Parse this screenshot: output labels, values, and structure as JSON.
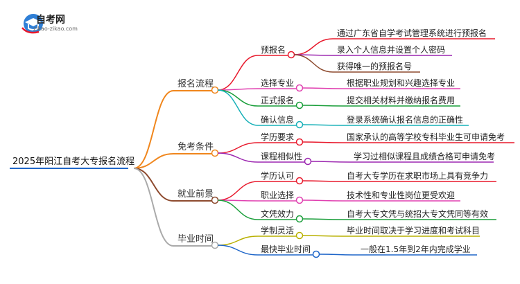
{
  "logo": {
    "title": "自考网",
    "url": "zikao-zikao.com"
  },
  "root": "2025年阳江自考大专报名流程",
  "branches": [
    {
      "label": "报名流程",
      "color": "#f0861c",
      "children": [
        {
          "label": "预报名",
          "color": "#e8192c",
          "children": [
            {
              "label": "通过广东省自学考试管理系统进行预报名",
              "color": "#e8192c"
            },
            {
              "label": "录入个人信息并设置个人密码",
              "color": "#9c27b0"
            },
            {
              "label": "获得唯一的预报名号",
              "color": "#8d4a2e"
            }
          ]
        },
        {
          "label": "选择专业",
          "color": "#e040b0",
          "children": [
            {
              "label": "根据职业规划和兴趣选择专业",
              "color": "#e040b0"
            }
          ]
        },
        {
          "label": "正式报名",
          "color": "#1a9e3a",
          "children": [
            {
              "label": "提交相关材料并缴纳报名费用",
              "color": "#1a9e3a"
            }
          ]
        },
        {
          "label": "确认信息",
          "color": "#17b0b8",
          "children": [
            {
              "label": "登录系统确认报名信息的正确性",
              "color": "#17b0b8"
            }
          ]
        }
      ]
    },
    {
      "label": "免考条件",
      "color": "#f0861c",
      "children": [
        {
          "label": "学历要求",
          "color": "#e8192c",
          "children": [
            {
              "label": "国家承认的高等学校专科毕业生可申请免考",
              "color": "#e8192c"
            }
          ]
        },
        {
          "label": "课程相似性",
          "color": "#9c27b0",
          "children": [
            {
              "label": "学习过相似课程且成绩合格可申请免考",
              "color": "#9c27b0"
            }
          ]
        }
      ]
    },
    {
      "label": "就业前景",
      "color": "#8d4a2e",
      "children": [
        {
          "label": "学历认可",
          "color": "#e8192c",
          "children": [
            {
              "label": "自考大专学历在求职市场上具有竞争力",
              "color": "#e8192c"
            }
          ]
        },
        {
          "label": "职业选择",
          "color": "#e040b0",
          "children": [
            {
              "label": "技术性和专业性岗位更受欢迎",
              "color": "#e040b0"
            }
          ]
        },
        {
          "label": "文凭效力",
          "color": "#1a9e3a",
          "children": [
            {
              "label": "自考大专文凭与统招大专文凭同等有效",
              "color": "#1a9e3a"
            }
          ]
        }
      ]
    },
    {
      "label": "毕业时间",
      "color": "#aaaaaa",
      "children": [
        {
          "label": "学制灵活",
          "color": "#b8b000",
          "children": [
            {
              "label": "毕业时间取决于学习进度和考试科目",
              "color": "#b8b000"
            }
          ]
        },
        {
          "label": "最快毕业时间",
          "color": "#1f66c9",
          "children": [
            {
              "label": "一般在1.5年到2年内完成学业",
              "color": "#1f66c9"
            }
          ]
        }
      ]
    }
  ]
}
